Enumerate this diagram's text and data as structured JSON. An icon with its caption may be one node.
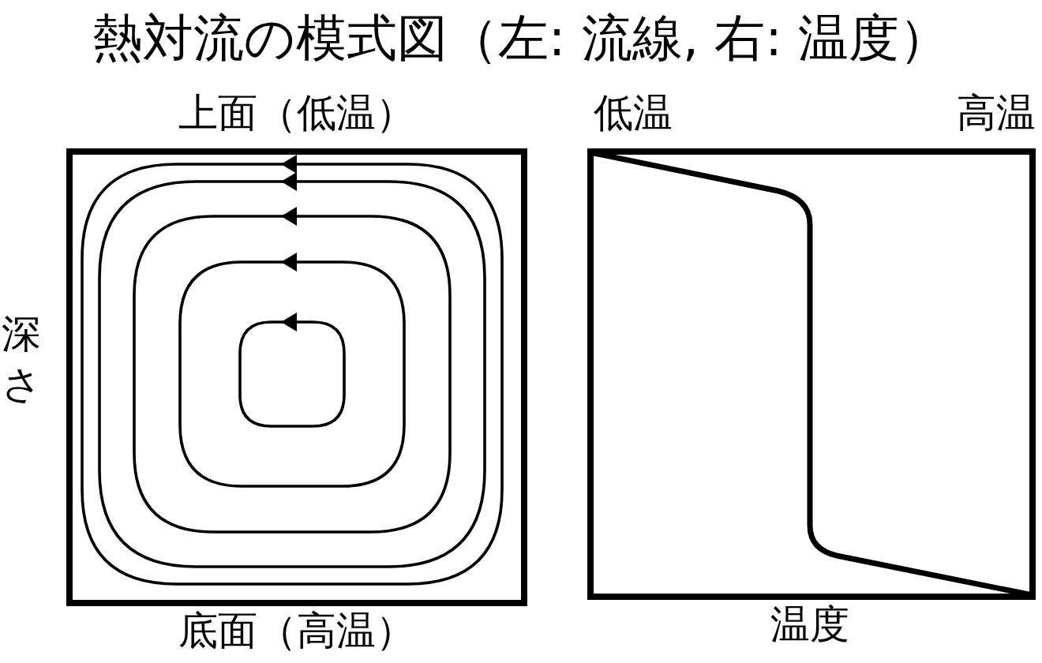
{
  "diagram": {
    "title": "熱対流の模式図（左: 流線, 右: 温度）",
    "labels": [
      "上面（低温）",
      "低温",
      "高温",
      "深さ",
      "底面（高温）",
      "温度"
    ]
  }
}
